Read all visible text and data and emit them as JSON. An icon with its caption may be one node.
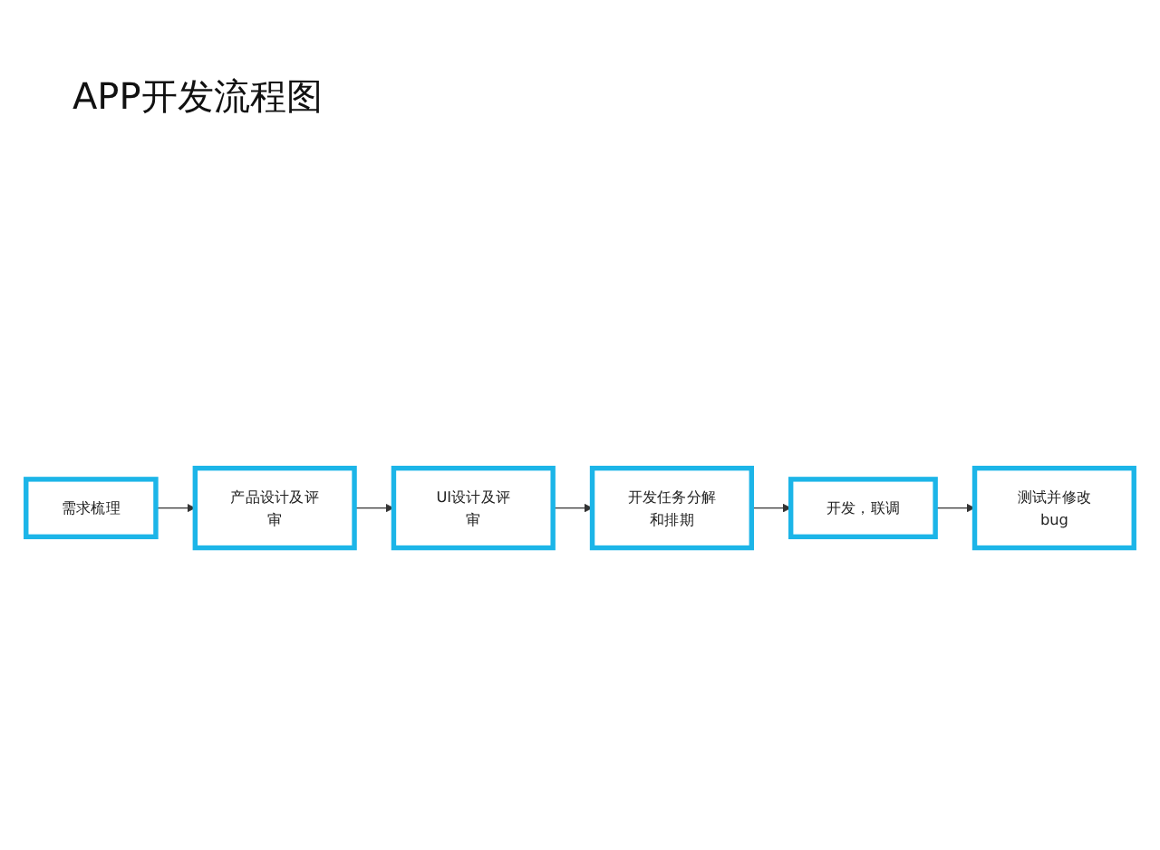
{
  "diagram": {
    "title": "APP开发流程图",
    "nodes": [
      {
        "text": [
          "需求梳理"
        ]
      },
      {
        "text": [
          "产品设计及评审"
        ]
      },
      {
        "text": [
          "UI设计及评审"
        ]
      },
      {
        "text": [
          "开发任务分解和排期"
        ]
      },
      {
        "text": [
          "开发，联调"
        ]
      },
      {
        "text": [
          "测试并修改bug"
        ]
      }
    ],
    "edges": [
      {
        "from": 0,
        "to": 1,
        "arrow": "to"
      },
      {
        "from": 1,
        "to": 2,
        "arrow": "to"
      },
      {
        "from": 2,
        "to": 3,
        "arrow": "to"
      },
      {
        "from": 3,
        "to": 4,
        "arrow": "to"
      },
      {
        "from": 4,
        "to": 5,
        "arrow": "to"
      }
    ]
  }
}
